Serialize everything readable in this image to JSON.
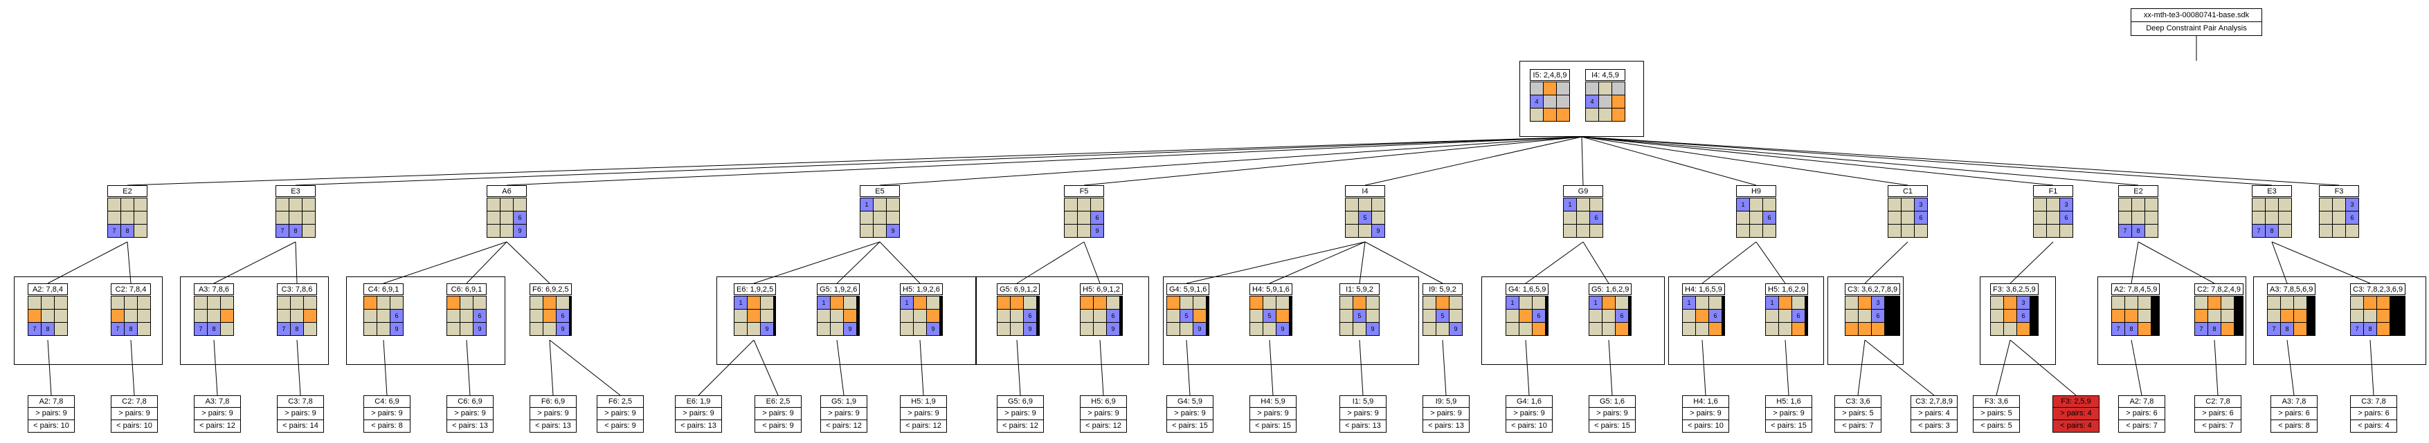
{
  "root": {
    "file": "xx-mth-te3-00080741-base.sdk",
    "title": "Deep Constraint Pair Analysis"
  },
  "colors": {
    "cell": "#d8d3b4",
    "blue": "#8585ff",
    "orange": "#ff9f3a",
    "gray": "#c7c7c7",
    "fail": "#d62b2b"
  },
  "level0": [
    {
      "label": "I5: 2,4,8,9",
      "cells": [
        "g",
        "o",
        "g",
        "b4",
        "g",
        "g",
        "",
        "o",
        "o"
      ]
    },
    {
      "label": "I4: 4,5,9",
      "cells": [
        "g",
        "",
        "g",
        "b4",
        "g",
        "o",
        "",
        "",
        "o"
      ]
    }
  ],
  "level1": [
    {
      "label": "E2",
      "cells": [
        "",
        "",
        "",
        "",
        "",
        "",
        "b7",
        "b8",
        ""
      ]
    },
    {
      "label": "E3",
      "cells": [
        "",
        "",
        "",
        "",
        "",
        "",
        "b7",
        "b8",
        ""
      ]
    },
    {
      "label": "A6",
      "cells": [
        "",
        "",
        "",
        "",
        "",
        "b6",
        "",
        "",
        "b9"
      ]
    },
    {
      "label": "E5",
      "cells": [
        "b1",
        "",
        "",
        "",
        "",
        "",
        "",
        "",
        "b9"
      ]
    },
    {
      "label": "F5",
      "cells": [
        "",
        "",
        "",
        "",
        "",
        "b6",
        "",
        "",
        "b9"
      ]
    },
    {
      "label": "I4",
      "cells": [
        "",
        "",
        "",
        "",
        "b5",
        "",
        "",
        "",
        "b9"
      ]
    },
    {
      "label": "G9",
      "cells": [
        "b1",
        "",
        "",
        "",
        "",
        "b6",
        "",
        "",
        ""
      ]
    },
    {
      "label": "H9",
      "cells": [
        "b1",
        "",
        "",
        "",
        "",
        "b6",
        "",
        "",
        ""
      ]
    },
    {
      "label": "C1",
      "cells": [
        "",
        "",
        "b3",
        "",
        "",
        "b6",
        "",
        "",
        ""
      ]
    },
    {
      "label": "F1",
      "cells": [
        "",
        "",
        "b3",
        "",
        "",
        "b6",
        "",
        "",
        ""
      ]
    },
    {
      "label": "E2",
      "cells": [
        "",
        "",
        "",
        "",
        "",
        "",
        "b7",
        "b8",
        ""
      ]
    },
    {
      "label": "E3",
      "cells": [
        "",
        "",
        "",
        "",
        "",
        "",
        "b7",
        "b8",
        ""
      ]
    },
    {
      "label": "F3",
      "cells": [
        "",
        "",
        "b3",
        "",
        "",
        "b6",
        "",
        "",
        ""
      ]
    }
  ],
  "level2": [
    {
      "label": "A2: 7,8,4",
      "cells": [
        "",
        "",
        "",
        "o",
        "",
        "",
        "b7",
        "b8",
        ""
      ]
    },
    {
      "label": "C2: 7,8,4",
      "cells": [
        "",
        "",
        "",
        "o",
        "",
        "",
        "b7",
        "b8",
        ""
      ]
    },
    {
      "label": "A3: 7,8,6",
      "cells": [
        "",
        "",
        "",
        "",
        "",
        "o",
        "b7",
        "b8",
        ""
      ]
    },
    {
      "label": "C3: 7,8,6",
      "cells": [
        "",
        "",
        "",
        "",
        "",
        "o",
        "b7",
        "b8",
        ""
      ]
    },
    {
      "label": "C4: 6,9,1",
      "cells": [
        "o",
        "",
        "",
        "",
        "",
        "b6",
        "",
        "",
        "b9"
      ]
    },
    {
      "label": "C6: 6,9,1",
      "cells": [
        "o",
        "",
        "",
        "",
        "",
        "b6",
        "",
        "",
        "b9"
      ]
    },
    {
      "label": "F6: 6,9,2,5",
      "cells": [
        "",
        "o",
        "",
        "",
        "o",
        "b6",
        "",
        "",
        "b9"
      ]
    },
    {
      "label": "E6: 1,9,2,5",
      "cells": [
        "b1",
        "o",
        "",
        "",
        "o",
        "",
        "",
        "",
        "b9"
      ]
    },
    {
      "label": "G5: 1,9,2,6",
      "cells": [
        "b1",
        "o",
        "",
        "",
        "",
        "o",
        "",
        "",
        "b9"
      ]
    },
    {
      "label": "H5: 1,9,2,6",
      "cells": [
        "b1",
        "o",
        "",
        "",
        "",
        "o",
        "",
        "",
        "b9"
      ]
    },
    {
      "label": "G5: 6,9,1,2",
      "cells": [
        "o",
        "o",
        "",
        "",
        "",
        "b6",
        "",
        "",
        "b9"
      ]
    },
    {
      "label": "H5: 6,9,1,2",
      "cells": [
        "o",
        "o",
        "",
        "",
        "",
        "b6",
        "",
        "",
        "b9"
      ]
    },
    {
      "label": "G4: 5,9,1,6",
      "cells": [
        "o",
        "",
        "",
        "",
        "b5",
        "o",
        "",
        "",
        "b9"
      ]
    },
    {
      "label": "H4: 5,9,1,6",
      "cells": [
        "o",
        "",
        "",
        "",
        "b5",
        "o",
        "",
        "",
        "b9"
      ]
    },
    {
      "label": "I1: 5,9,2",
      "cells": [
        "",
        "o",
        "",
        "",
        "b5",
        "",
        "",
        "",
        "b9"
      ]
    },
    {
      "label": "I9: 5,9,2",
      "cells": [
        "",
        "o",
        "",
        "",
        "b5",
        "",
        "",
        "",
        "b9"
      ]
    },
    {
      "label": "G4: 1,6,5,9",
      "cells": [
        "b1",
        "",
        "",
        "",
        "o",
        "b6",
        "",
        "",
        "o"
      ]
    },
    {
      "label": "G5: 1,6,2,9",
      "cells": [
        "b1",
        "o",
        "",
        "",
        "",
        "b6",
        "",
        "",
        "o"
      ]
    },
    {
      "label": "H4: 1,6,5,9",
      "cells": [
        "b1",
        "",
        "",
        "",
        "o",
        "b6",
        "",
        "",
        "o"
      ]
    },
    {
      "label": "H5: 1,6,2,9",
      "cells": [
        "b1",
        "o",
        "",
        "",
        "",
        "b6",
        "",
        "",
        "o"
      ]
    },
    {
      "label": "C3: 3,6,2,7,8,9",
      "cells": [
        "",
        "o",
        "b3",
        "",
        "",
        "b6",
        "o",
        "o",
        "o"
      ]
    },
    {
      "label": "F3: 3,6,2,5,9",
      "cells": [
        "",
        "o",
        "b3",
        "",
        "o",
        "b6",
        "",
        "",
        "o"
      ]
    },
    {
      "label": "A2: 7,8,4,5,9",
      "cells": [
        "",
        "",
        "",
        "o",
        "o",
        "",
        "b7",
        "b8",
        "o"
      ]
    },
    {
      "label": "C2: 7,8,2,4,9",
      "cells": [
        "",
        "o",
        "",
        "o",
        "",
        "",
        "b7",
        "b8",
        "o"
      ]
    },
    {
      "label": "A3: 7,8,5,6,9",
      "cells": [
        "",
        "",
        "",
        "",
        "o",
        "o",
        "b7",
        "b8",
        "o"
      ]
    },
    {
      "label": "C3: 7,8,2,3,6,9",
      "cells": [
        "",
        "o",
        "o",
        "",
        "",
        "o",
        "b7",
        "b8",
        "o"
      ]
    }
  ],
  "leaves": [
    {
      "label": "A2: 7,8",
      "gt": "> pairs: 9",
      "lt": "< pairs: 10"
    },
    {
      "label": "C2: 7,8",
      "gt": "> pairs: 9",
      "lt": "< pairs: 10"
    },
    {
      "label": "A3: 7,8",
      "gt": "> pairs: 9",
      "lt": "< pairs: 12"
    },
    {
      "label": "C3: 7,8",
      "gt": "> pairs: 9",
      "lt": "< pairs: 14"
    },
    {
      "label": "C4: 6,9",
      "gt": "> pairs: 9",
      "lt": "< pairs: 8"
    },
    {
      "label": "C6: 6,9",
      "gt": "> pairs: 9",
      "lt": "< pairs: 13"
    },
    {
      "label": "F6: 6,9",
      "gt": "> pairs: 9",
      "lt": "< pairs: 13"
    },
    {
      "label": "F6: 2,5",
      "gt": "> pairs: 9",
      "lt": "< pairs: 9"
    },
    {
      "label": "E6: 1,9",
      "gt": "> pairs: 9",
      "lt": "< pairs: 13"
    },
    {
      "label": "E6: 2,5",
      "gt": "> pairs: 9",
      "lt": "< pairs: 9"
    },
    {
      "label": "G5: 1,9",
      "gt": "> pairs: 9",
      "lt": "< pairs: 12"
    },
    {
      "label": "H5: 1,9",
      "gt": "> pairs: 9",
      "lt": "< pairs: 12"
    },
    {
      "label": "G5: 6,9",
      "gt": "> pairs: 9",
      "lt": "< pairs: 12"
    },
    {
      "label": "H5: 6,9",
      "gt": "> pairs: 9",
      "lt": "< pairs: 12"
    },
    {
      "label": "G4: 5,9",
      "gt": "> pairs: 9",
      "lt": "< pairs: 15"
    },
    {
      "label": "H4: 5,9",
      "gt": "> pairs: 9",
      "lt": "< pairs: 15"
    },
    {
      "label": "I1: 5,9",
      "gt": "> pairs: 9",
      "lt": "< pairs: 13"
    },
    {
      "label": "I9: 5,9",
      "gt": "> pairs: 9",
      "lt": "< pairs: 13"
    },
    {
      "label": "G4: 1,6",
      "gt": "> pairs: 9",
      "lt": "< pairs: 10"
    },
    {
      "label": "G5: 1,6",
      "gt": "> pairs: 9",
      "lt": "< pairs: 15"
    },
    {
      "label": "H4: 1,6",
      "gt": "> pairs: 9",
      "lt": "< pairs: 10"
    },
    {
      "label": "H5: 1,6",
      "gt": "> pairs: 9",
      "lt": "< pairs: 15"
    },
    {
      "label": "C3: 3,6",
      "gt": "> pairs: 5",
      "lt": "< pairs: 7"
    },
    {
      "label": "C3: 2,7,8,9",
      "gt": "> pairs: 4",
      "lt": "< pairs: 3"
    },
    {
      "label": "F3: 3,6",
      "gt": "> pairs: 5",
      "lt": "< pairs: 5"
    },
    {
      "label": "F3: 2,5,9",
      "gt": "> pairs: 4",
      "lt": "< pairs: 4",
      "fail": true
    },
    {
      "label": "A2: 7,8",
      "gt": "> pairs: 6",
      "lt": "< pairs: 7"
    },
    {
      "label": "C2: 7,8",
      "gt": "> pairs: 6",
      "lt": "< pairs: 7"
    },
    {
      "label": "A3: 7,8",
      "gt": "> pairs: 6",
      "lt": "< pairs: 8"
    },
    {
      "label": "C3: 7,8",
      "gt": "> pairs: 6",
      "lt": "< pairs: 4"
    }
  ]
}
